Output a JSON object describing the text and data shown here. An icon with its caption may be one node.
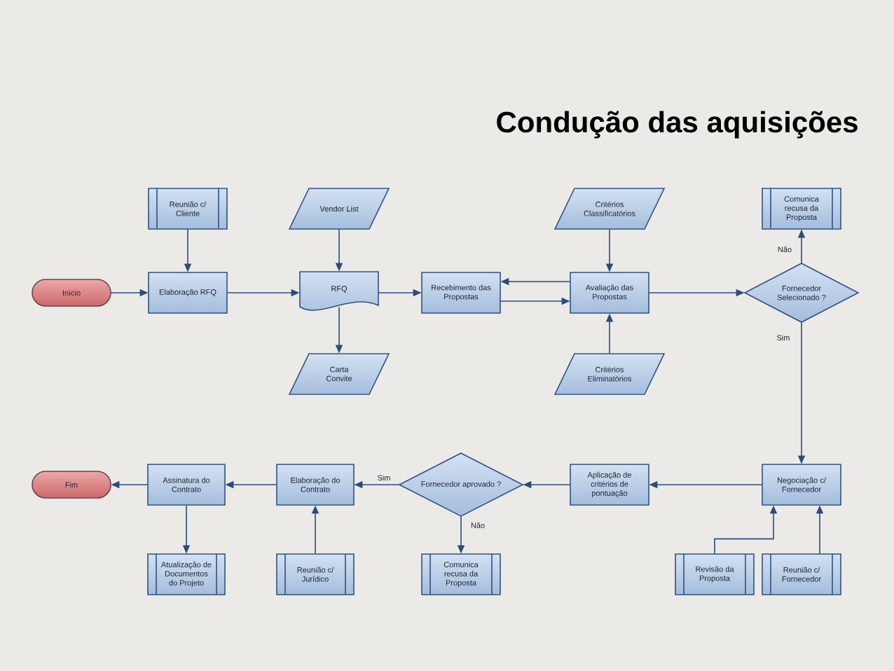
{
  "diagram": {
    "title": "Condução das aquisições",
    "nodes": [
      {
        "text": [
          "Início"
        ]
      },
      {
        "text": [
          "Reunião c/ Cliente"
        ]
      },
      {
        "text": [
          "Elaboração RFQ"
        ]
      },
      {
        "text": [
          "Vendor List"
        ]
      },
      {
        "text": [
          "RFQ"
        ]
      },
      {
        "text": [
          "Carta Convite"
        ]
      },
      {
        "text": [
          "Recebimento das Propostas"
        ]
      },
      {
        "text": [
          "Critérios Classificatórios"
        ]
      },
      {
        "text": [
          "Avaliação das Propostas"
        ]
      },
      {
        "text": [
          "Critérios Eliminatórios"
        ]
      },
      {
        "text": [
          "Comunica recusa da Proposta"
        ]
      },
      {
        "text": [
          "Fornecedor Selecionado ?"
        ]
      },
      {
        "text": [
          "Negociação c/ Fornecedor"
        ]
      },
      {
        "text": [
          "Aplicação de critérios de pontuação"
        ]
      },
      {
        "text": [
          "Fornecedor aprovado ?"
        ]
      },
      {
        "text": [
          "Elaboração do Contrato"
        ]
      },
      {
        "text": [
          "Assinatura do Contrato"
        ]
      },
      {
        "text": [
          "Fim"
        ]
      },
      {
        "text": [
          "Atualização de Documentos do Projeto"
        ]
      },
      {
        "text": [
          "Reunião c/ Jurídico"
        ]
      },
      {
        "text": [
          "Comunica recusa da Proposta"
        ]
      },
      {
        "text": [
          "Revisão da Proposta"
        ]
      },
      {
        "text": [
          "Reunião c/ Fornecedor"
        ]
      }
    ],
    "edges": [
      {
        "from": 0,
        "to": 2,
        "arrow": "to"
      },
      {
        "from": 1,
        "to": 2,
        "arrow": "to"
      },
      {
        "from": 2,
        "to": 4,
        "arrow": "to"
      },
      {
        "from": 3,
        "to": 4,
        "arrow": "to"
      },
      {
        "from": 4,
        "to": 5,
        "arrow": "to"
      },
      {
        "from": 4,
        "to": 6,
        "arrow": "to"
      },
      {
        "from": 8,
        "to": 6,
        "arrow": "to"
      },
      {
        "from": 6,
        "to": 8,
        "arrow": "to"
      },
      {
        "from": 7,
        "to": 8,
        "arrow": "to"
      },
      {
        "from": 9,
        "to": 8,
        "arrow": "to"
      },
      {
        "from": 8,
        "to": 11,
        "arrow": "to"
      },
      {
        "from": 11,
        "to": 10,
        "arrow": "to",
        "label": "Não"
      },
      {
        "from": 11,
        "to": 12,
        "arrow": "to",
        "label": "Sim"
      },
      {
        "from": 21,
        "to": 12,
        "arrow": "to"
      },
      {
        "from": 22,
        "to": 12,
        "arrow": "to"
      },
      {
        "from": 12,
        "to": 13,
        "arrow": "to"
      },
      {
        "from": 13,
        "to": 14,
        "arrow": "to"
      },
      {
        "from": 14,
        "to": 15,
        "arrow": "to",
        "label": "Sim"
      },
      {
        "from": 14,
        "to": 20,
        "arrow": "to",
        "label": "Não"
      },
      {
        "from": 19,
        "to": 15,
        "arrow": "to"
      },
      {
        "from": 15,
        "to": 16,
        "arrow": "to"
      },
      {
        "from": 16,
        "to": 17,
        "arrow": "to"
      },
      {
        "from": 16,
        "to": 18,
        "arrow": "to"
      }
    ]
  }
}
